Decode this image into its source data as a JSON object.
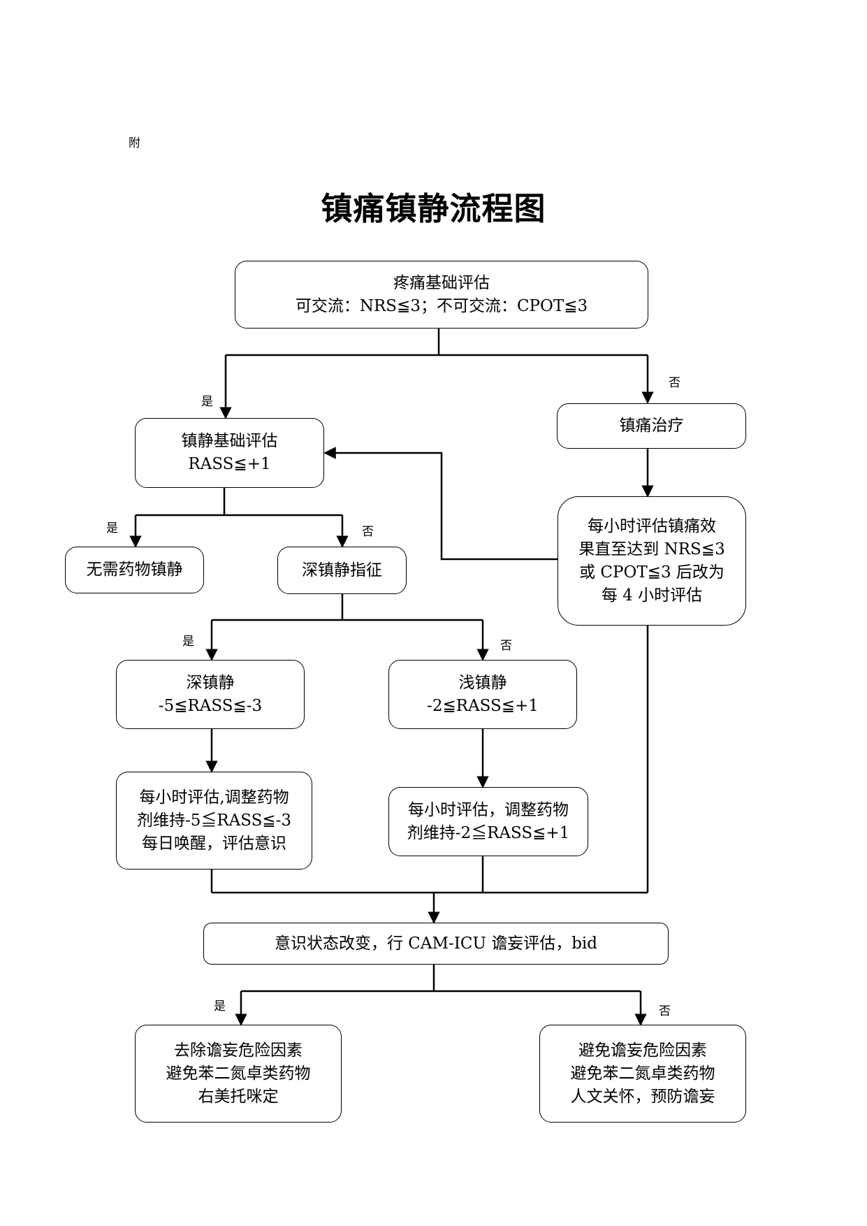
{
  "page": {
    "appendix_label": "附",
    "title": "镇痛镇静流程图"
  },
  "nodes": {
    "pain_assessment": {
      "lines": [
        "疼痛基础评估",
        "可交流：NRS≦3；不可交流：CPOT≦3"
      ]
    },
    "sedation_assessment": {
      "lines": [
        "镇静基础评估",
        "RASS≦+1"
      ]
    },
    "analgesia_treatment": {
      "lines": [
        "镇痛治疗"
      ]
    },
    "hourly_pain_eval": {
      "lines": [
        "每小时评估镇痛效",
        "果直至达到 NRS≦3",
        "或 CPOT≦3 后改为",
        "每 4 小时评估"
      ]
    },
    "no_drug_sedation": {
      "lines": [
        "无需药物镇静"
      ]
    },
    "deep_sedation_indication": {
      "lines": [
        "深镇静指征"
      ]
    },
    "deep_sedation": {
      "lines": [
        "深镇静",
        "-5≦RASS≦-3"
      ]
    },
    "light_sedation": {
      "lines": [
        "浅镇静",
        "-2≦RASS≦+1"
      ]
    },
    "deep_maintain": {
      "lines": [
        "每小时评估,调整药物",
        "剂维持-5≦RASS≦-3",
        "每日唤醒，评估意识"
      ]
    },
    "light_maintain": {
      "lines": [
        "每小时评估，调整药物",
        "剂维持-2≦RASS≦+1"
      ]
    },
    "delirium_assessment": {
      "lines": [
        "意识状态改变，行 CAM-ICU 谵妄评估，bid"
      ]
    },
    "delirium_yes": {
      "lines": [
        "去除谵妄危险因素",
        "避免苯二氮卓类药物",
        "右美托咪定"
      ]
    },
    "delirium_no": {
      "lines": [
        "避免谵妄危险因素",
        "避免苯二氮卓类药物",
        "人文关怀，预防谵妄"
      ]
    }
  },
  "edge_labels": {
    "pain_yes": "是",
    "pain_no": "否",
    "sedation_yes": "是",
    "sedation_no": "否",
    "indication_yes": "是",
    "indication_no": "否",
    "delirium_yes": "是",
    "delirium_no": "否"
  }
}
